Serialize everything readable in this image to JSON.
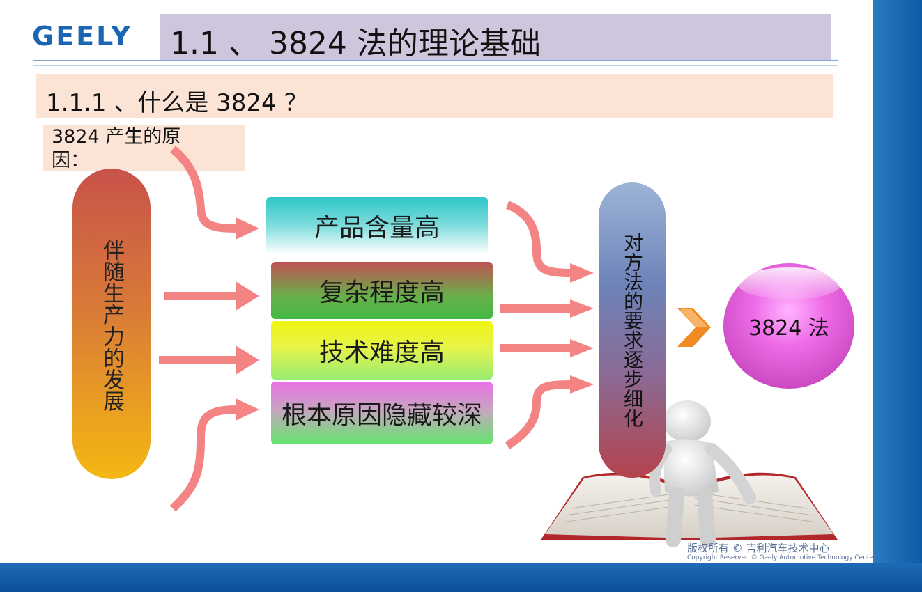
{
  "logo": "GEELY",
  "title": "1.1 、 3824 法的理论基础",
  "subtitle": "1.1.1 、什么是 3824 ？",
  "cause_label": "3824 产生的原因：",
  "left_pill": "伴随生产力的发展",
  "boxes": [
    "产品含量高",
    "复杂程度高",
    "技术难度高",
    "根本原因隐藏较深"
  ],
  "right_pill": "对方法的要求逐步细化",
  "result": "3824 法",
  "footer": {
    "cn": "版权所有 © 吉利汽车技术中心",
    "en": "Copyright Reserved © Geely Automotive Technology Center"
  },
  "colors": {
    "arrow": "#f48383",
    "frame_blue": "#0f5aa6",
    "title_bar": "#cfc6dd",
    "subtitle_bar": "#fbe3d6",
    "chevron": "#f08a24"
  }
}
